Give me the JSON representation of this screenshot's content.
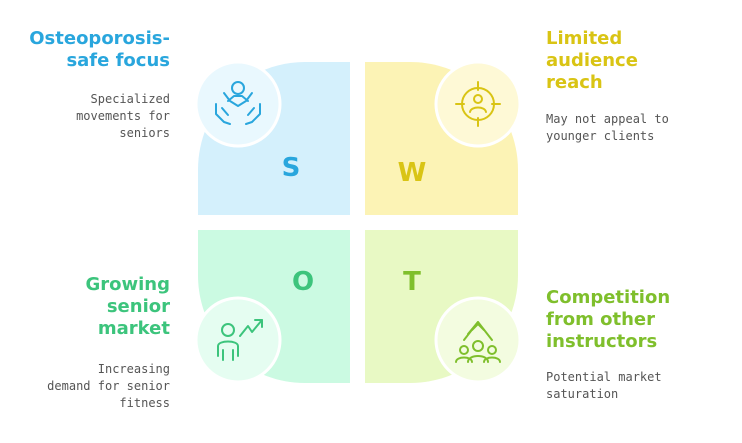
{
  "colors": {
    "s_fill": "#d4f0fc",
    "s_accent": "#29a6dd",
    "w_fill": "#fcf3b5",
    "w_accent": "#d9c414",
    "o_fill": "#cbfae2",
    "o_accent": "#3cc47c",
    "t_fill": "#e8f9c4",
    "t_accent": "#7fbf2c"
  },
  "quadrants": {
    "s": {
      "letter": "S",
      "icon": "helping-hands-icon",
      "title_lines": [
        "Osteoporosis-",
        "safe focus"
      ],
      "desc_lines": [
        "Specialized",
        "movements for",
        "seniors"
      ]
    },
    "w": {
      "letter": "W",
      "icon": "target-person-icon",
      "title_lines": [
        "Limited",
        "audience",
        "reach"
      ],
      "desc_lines": [
        "May not appeal to",
        "younger clients"
      ]
    },
    "o": {
      "letter": "O",
      "icon": "growth-person-icon",
      "title_lines": [
        "Growing",
        "senior",
        "market"
      ],
      "desc_lines": [
        "Increasing",
        "demand for senior",
        "fitness"
      ]
    },
    "t": {
      "letter": "T",
      "icon": "crowd-arrow-icon",
      "title_lines": [
        "Competition",
        "from other",
        "instructors"
      ],
      "desc_lines": [
        "Potential market",
        "saturation"
      ]
    }
  }
}
